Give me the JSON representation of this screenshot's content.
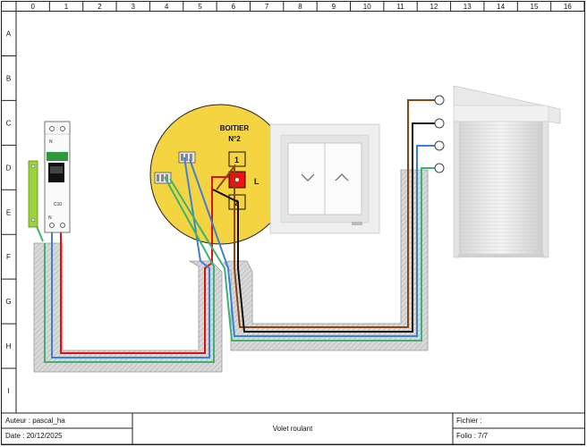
{
  "grid": {
    "columns": [
      "0",
      "1",
      "2",
      "3",
      "4",
      "5",
      "6",
      "7",
      "8",
      "9",
      "10",
      "11",
      "12",
      "13",
      "14",
      "15",
      "16"
    ],
    "rows": [
      "A",
      "B",
      "C",
      "D",
      "E",
      "F",
      "G",
      "H",
      "I"
    ]
  },
  "breaker": {
    "n_label": "N",
    "rating": "C10",
    "bottom_n": "N"
  },
  "junction_box": {
    "title_line1": "BOITIER",
    "title_line2": "N°2",
    "terminal_1": "1",
    "terminal_2": "2",
    "terminal_l": "L"
  },
  "title_block": {
    "author": "Auteur : pascal_ha",
    "date": "Date : 20/12/2025",
    "title": "Volet roulant",
    "file": "Fichier :",
    "folio": "Folio : 7/7"
  },
  "colors": {
    "brown": "#8b4513",
    "black": "#111111",
    "blue": "#3d7fd9",
    "green_yellow": "#3cb371",
    "red": "#e01010",
    "box_fill": "#f5d442",
    "conduit": "#d4d4d4"
  }
}
